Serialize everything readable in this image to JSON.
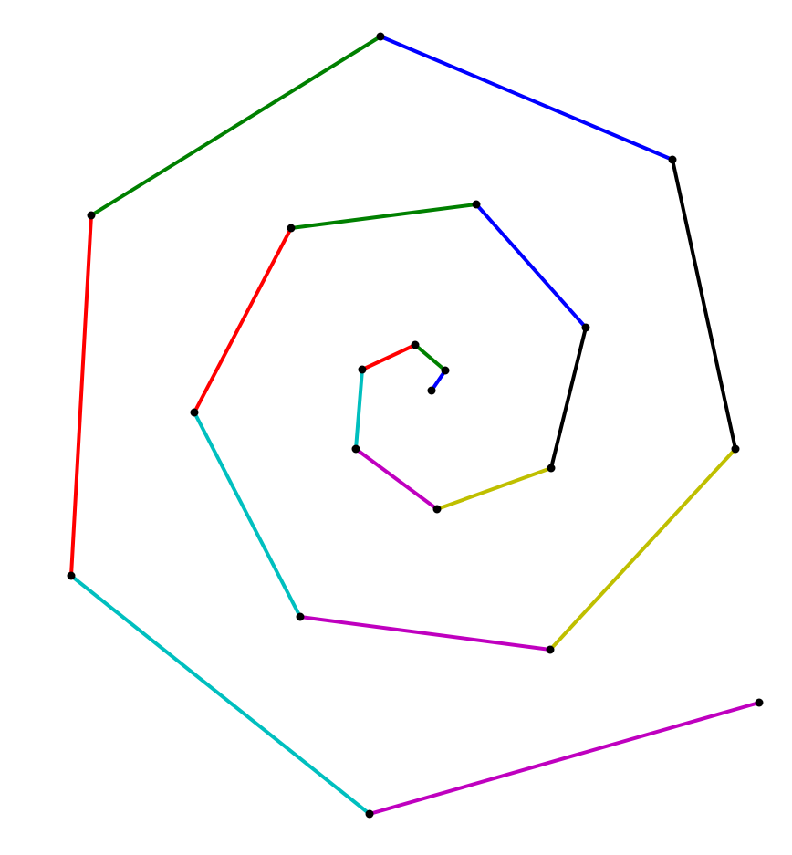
{
  "diagram": {
    "type": "spiral-polyline",
    "colors": [
      "#0000ff",
      "#008000",
      "#ff0000",
      "#00bfbf",
      "#bf00bf",
      "#bfbf00",
      "#000000"
    ],
    "node_color": "#000000",
    "node_count": 20,
    "segment_count": 19,
    "segment_color_cycle": [
      "blue",
      "green",
      "red",
      "cyan",
      "magenta",
      "olive",
      "black"
    ]
  }
}
